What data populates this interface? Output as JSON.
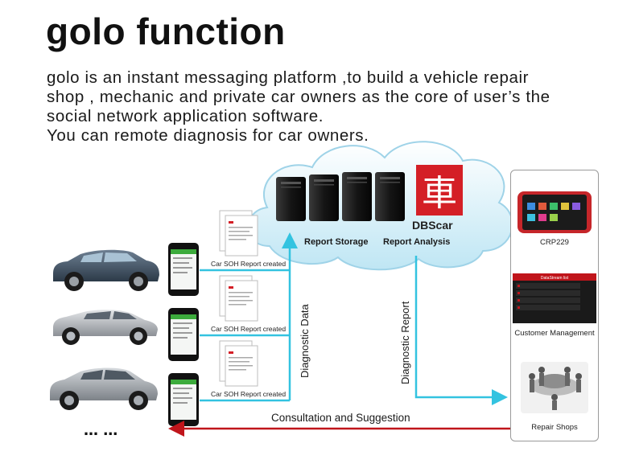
{
  "title": "golo function",
  "description": [
    "golo is an instant messaging platform ,to build a vehicle repair",
    "shop , mechanic and private car owners as the core of user’s the",
    "social network application software.",
    "You can remote diagnosis for car owners."
  ],
  "cloud": {
    "brand": "DBScar",
    "brand_glyph": "車",
    "report_storage": "Report Storage",
    "report_analysis": "Report Analysis"
  },
  "reports": [
    "Car SOH Report created",
    "Car SOH Report created",
    "Car SOH Report created"
  ],
  "flows": {
    "diagnostic_data": "Diagnostic Data",
    "diagnostic_report": "Diagnostic Report",
    "consultation": "Consultation and Suggestion"
  },
  "more_marker": "…  …",
  "panel": {
    "device": "CRP229",
    "customer_management": "Customer Management",
    "screen_header": "DataStream list",
    "repair_shops": "Repair Shops"
  },
  "colors": {
    "cyan": "#33c3e0",
    "red": "#c0151b",
    "dbscar_red": "#d41f26"
  }
}
